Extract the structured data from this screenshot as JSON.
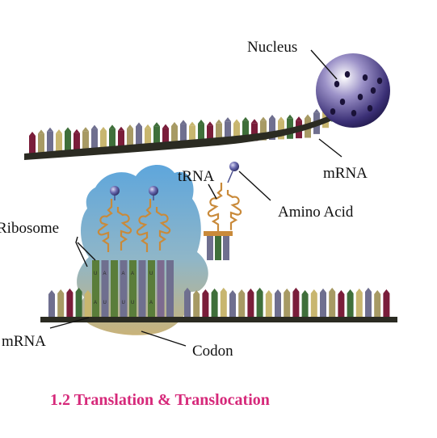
{
  "labels": {
    "nucleus": "Nucleus",
    "mrna_top": "mRNA",
    "trna": "tRNA",
    "amino_acid": "Amino Acid",
    "ribosome": "Ribosome",
    "mrna_bottom": "mRNA",
    "codon": "Codon"
  },
  "caption": "1.2  Translation & Translocation",
  "colors": {
    "caption": "#d6297a",
    "mrna_strand": "#2b2b22",
    "nucleus": "#4a3f86",
    "ribosome_top": "#5b9fd6",
    "ribosome_bottom": "#c9b27a",
    "trna": "#c98a3a",
    "amino_acid": "#4b4f8f",
    "base_colors": [
      "#7a1d3a",
      "#6f6f8f",
      "#3f6f3a",
      "#a79a64",
      "#c8b66f"
    ]
  }
}
